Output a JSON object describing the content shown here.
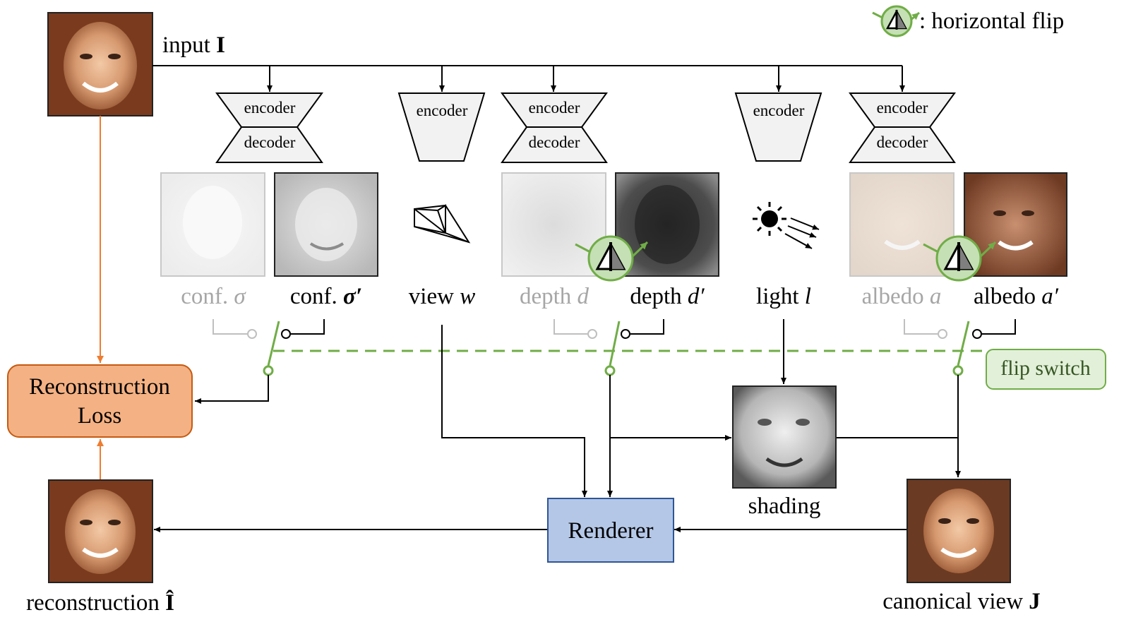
{
  "legend": {
    "flip_label": ": horizontal flip"
  },
  "input": {
    "label": "input ",
    "symbol": "I"
  },
  "networks": {
    "encoder": "encoder",
    "decoder": "decoder"
  },
  "maps": {
    "conf_sigma": {
      "text": "conf. ",
      "sym": "σ"
    },
    "conf_sigma_prime": {
      "text": "conf. ",
      "sym": "σ′"
    },
    "view": {
      "text": "view ",
      "sym": "w"
    },
    "depth_d": {
      "text": "depth ",
      "sym": "d"
    },
    "depth_d_prime": {
      "text": "depth ",
      "sym": "d′"
    },
    "light": {
      "text": "light ",
      "sym": "l"
    },
    "albedo_a": {
      "text": "albedo ",
      "sym": "a"
    },
    "albedo_a_prime": {
      "text": "albedo ",
      "sym": "a′"
    }
  },
  "flip_switch": "flip switch",
  "loss": {
    "line1": "Reconstruction",
    "line2": "Loss"
  },
  "shading": "shading",
  "renderer": "Renderer",
  "reconstruction": {
    "label": "reconstruction ",
    "symbol": "Î"
  },
  "canonical": {
    "label": "canonical view ",
    "symbol": "J"
  },
  "colors": {
    "loss_fill": "#f4b183",
    "loss_border": "#c55a11",
    "loss_arrow": "#ed7d31",
    "renderer_fill": "#b4c7e7",
    "renderer_border": "#2f5597",
    "flip_green": "#70ad47",
    "flip_fill": "#c5e0b4",
    "switch_fill": "#e2f0d9",
    "switch_text": "#375623",
    "faded_text": "#a6a6a6"
  }
}
